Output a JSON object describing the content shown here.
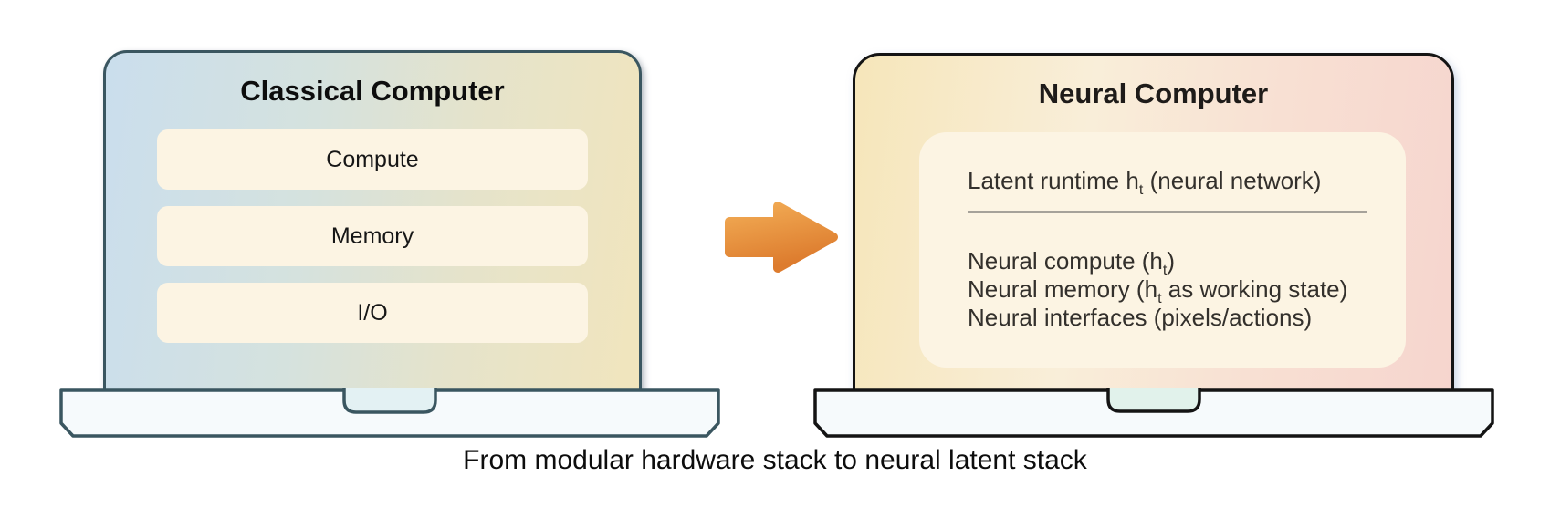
{
  "caption": "From modular hardware stack to neural latent stack",
  "left_laptop": {
    "title": "Classical Computer",
    "layers": [
      "Compute",
      "Memory",
      "I/O"
    ]
  },
  "right_laptop": {
    "title": "Neural Computer",
    "runtime": {
      "pre": "Latent runtime h",
      "sub": "t",
      "post": " (neural network)"
    },
    "items": [
      {
        "pre": "Neural compute (h",
        "sub": "t",
        "post": ")"
      },
      {
        "pre": "Neural memory (h",
        "sub": "t",
        "post": " as working state)"
      },
      {
        "pre": "Neural interfaces (pixels/actions)",
        "sub": "",
        "post": ""
      }
    ]
  },
  "colors": {
    "screen_border_left": "#3A5660",
    "screen_border_right": "#141414",
    "screen_gradient_left": [
      "#CADEED",
      "#F1E5BD"
    ],
    "screen_gradient_right": [
      "#F6E6BA",
      "#F6D5CE"
    ],
    "panel_cream": "#FCF4E3",
    "base_fill": "#F6FAFC",
    "notch_fill_left": "#E3F1F3",
    "notch_fill_right": "#E1F2EB",
    "divider_gray": "#A6A29A",
    "arrow_top": "#F2AC55",
    "arrow_bottom": "#DD7C2E"
  }
}
